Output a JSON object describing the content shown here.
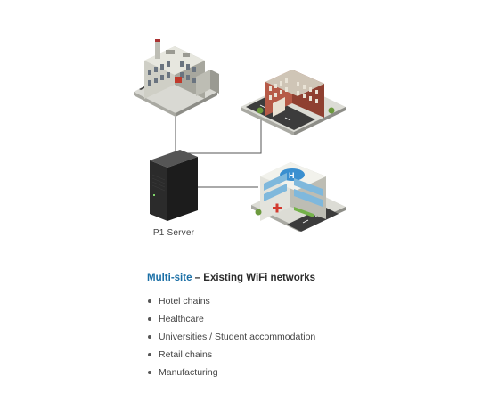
{
  "diagram": {
    "server_label": "P1 Server",
    "sites": [
      {
        "name": "factory-building"
      },
      {
        "name": "hotel-building"
      },
      {
        "name": "hospital-building"
      }
    ]
  },
  "info": {
    "heading_accent": "Multi-site",
    "heading_rest": " – Existing WiFi networks",
    "items": [
      "Hotel chains",
      "Healthcare",
      "Universities / Student accommodation",
      "Retail chains",
      "Manufacturing"
    ]
  },
  "colors": {
    "accent": "#1a6fa6",
    "server": "#2a2a2a",
    "link": "#555555",
    "brick": "#a04a3a",
    "concrete": "#c9c9bf"
  }
}
